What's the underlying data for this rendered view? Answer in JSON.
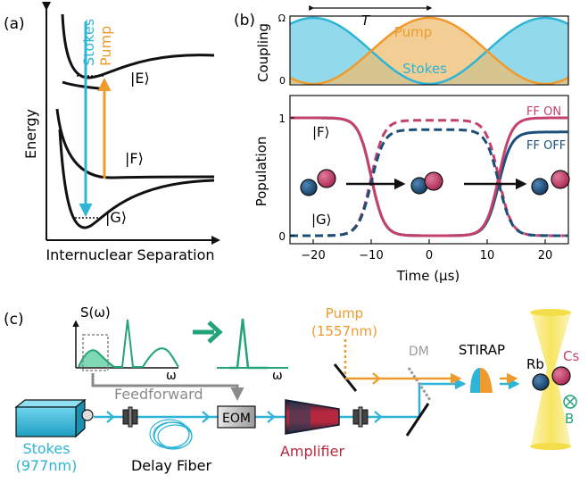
{
  "colors": {
    "stokes": "#2EB4D6",
    "pump": "#EE9A2C",
    "ff_on": "#C4416B",
    "ff_off": "#1B4F7A",
    "feedforward_green": "#22A37A",
    "amplifier_red": "#B6283D",
    "rb_atom": "#1B4F7A",
    "cs_atom": "#C4416B",
    "laser_yellow": "#F6E45A",
    "grey": "#9a9a9a"
  },
  "panel_a": {
    "label": "(a)",
    "y_axis_label": "Energy",
    "x_axis_label": "Internuclear Separation",
    "stokes_label": "Stokes",
    "pump_label": "Pump",
    "state_E": "|E⟩",
    "state_F": "|F⟩",
    "state_G": "|G⟩"
  },
  "panel_b": {
    "label": "(b)",
    "top_y_label": "Coupling",
    "top_y_ticks": [
      "Ω",
      "0"
    ],
    "period_label": "T",
    "pump_label": "Pump",
    "stokes_label": "Stokes",
    "bottom_y_label": "Population",
    "bottom_y_ticks": [
      "1",
      "0"
    ],
    "state_F": "|F⟩",
    "state_G": "|G⟩",
    "ff_on_label": "FF ON",
    "ff_off_label": "FF OFF",
    "x_axis_label": "Time (µs)",
    "x_ticks": [
      "−20",
      "−10",
      "0",
      "10",
      "20"
    ]
  },
  "panel_c": {
    "label": "(c)",
    "spectrum_label": "S(ω)",
    "omega_label_left": "ω",
    "omega_label_right": "ω",
    "feedforward_label": "Feedforward",
    "eom_label": "EOM",
    "stokes_label_line1": "Stokes",
    "stokes_label_line2": "(977nm)",
    "delay_fiber_label": "Delay Fiber",
    "amplifier_label": "Amplifier",
    "pump_label_line1": "Pump",
    "pump_label_line2": "(1557nm)",
    "dm_label": "DM",
    "stirap_label": "STIRAP",
    "rb_label": "Rb",
    "cs_label": "Cs",
    "b_label": "B"
  }
}
